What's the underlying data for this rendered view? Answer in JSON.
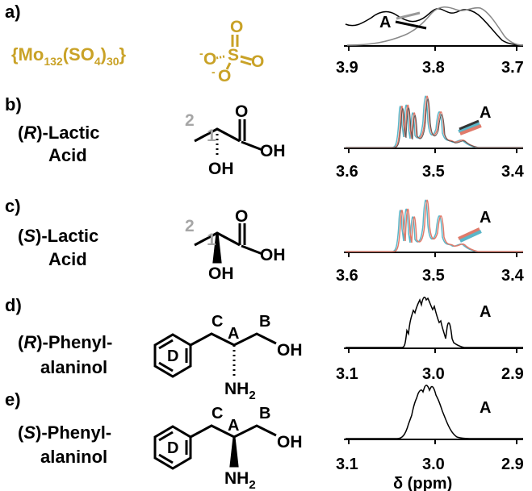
{
  "panels": [
    {
      "label": "a)",
      "name_html": "{Mo<sub>132</sub>(SO<sub>4</sub>)<sub>30</sub>}",
      "ticks": [
        "3.9",
        "3.8",
        "3.7"
      ],
      "peak": "A"
    },
    {
      "label": "b)",
      "name_pre": "(",
      "name_it": "R",
      "name_post": ")-Lactic",
      "name_line2": "Acid",
      "atoms": [
        "2",
        "1",
        "O",
        "OH",
        "OH"
      ],
      "ticks": [
        "3.6",
        "3.5",
        "3.4"
      ],
      "peak": "A"
    },
    {
      "label": "c)",
      "name_pre": "(",
      "name_it": "S",
      "name_post": ")-Lactic",
      "name_line2": "Acid",
      "atoms": [
        "2",
        "1",
        "O",
        "OH",
        "OH"
      ],
      "ticks": [
        "3.6",
        "3.5",
        "3.4"
      ],
      "peak": "A"
    },
    {
      "label": "d)",
      "name_pre": "(",
      "name_it": "R",
      "name_post": ")-Phenyl-",
      "name_line2": "alaninol",
      "atoms": [
        "C",
        "A",
        "B",
        "OH",
        "NH",
        "2",
        "D"
      ],
      "ticks": [
        "3.1",
        "3.0",
        "2.9"
      ],
      "peak": "A"
    },
    {
      "label": "e)",
      "name_pre": "(",
      "name_it": "S",
      "name_post": ")-Phenyl-",
      "name_line2": "alaninol",
      "atoms": [
        "C",
        "A",
        "B",
        "OH",
        "NH",
        "2",
        "D"
      ],
      "ticks": [
        "3.1",
        "3.0",
        "2.9"
      ],
      "peak": "A"
    }
  ],
  "sulfate": {
    "atoms": [
      "O",
      "S",
      "O",
      "O",
      "O"
    ],
    "charge": "-"
  },
  "x_axis_label": "δ (ppm)",
  "colors": {
    "gold": "#c9a227",
    "gray_number": "#a6a6a6",
    "red": "#e07a6a",
    "cyan": "#5bb6c8",
    "spectrum": "#000000"
  }
}
